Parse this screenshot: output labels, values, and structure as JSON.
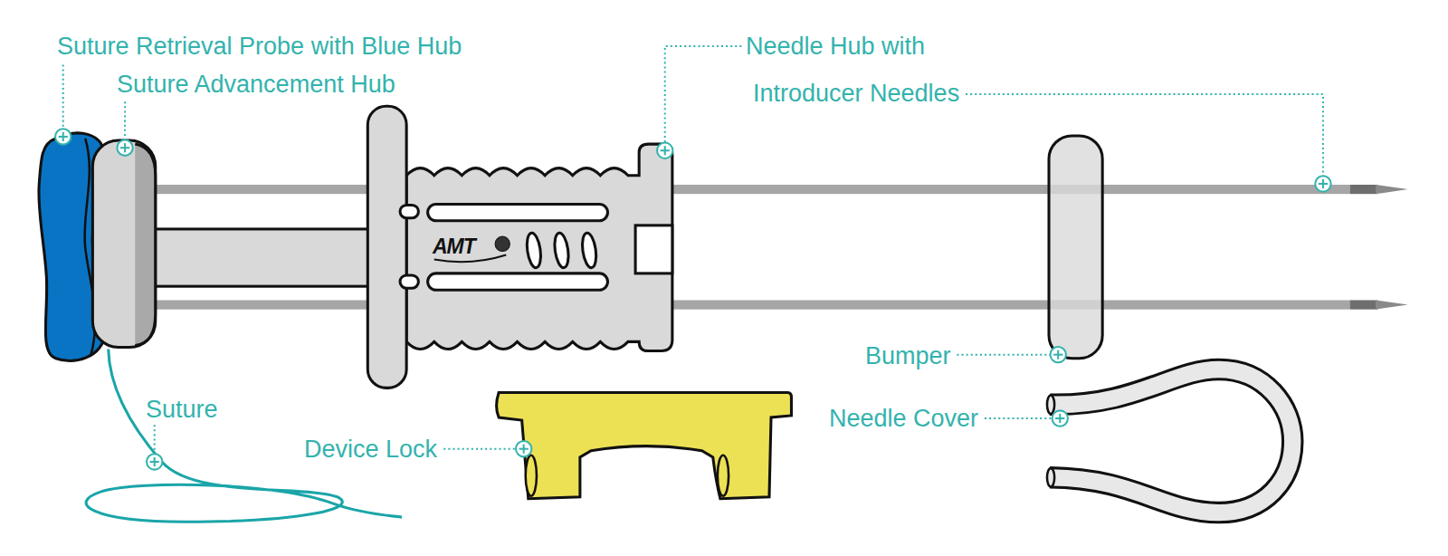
{
  "diagram": {
    "labels": [
      "Suture Retrieval Probe with Blue Hub",
      "Suture Advancement Hub",
      "Needle Hub with",
      "Introducer Needles",
      "AMT",
      "Bumper",
      "Needle Cover",
      "Suture",
      "Device Lock"
    ]
  }
}
